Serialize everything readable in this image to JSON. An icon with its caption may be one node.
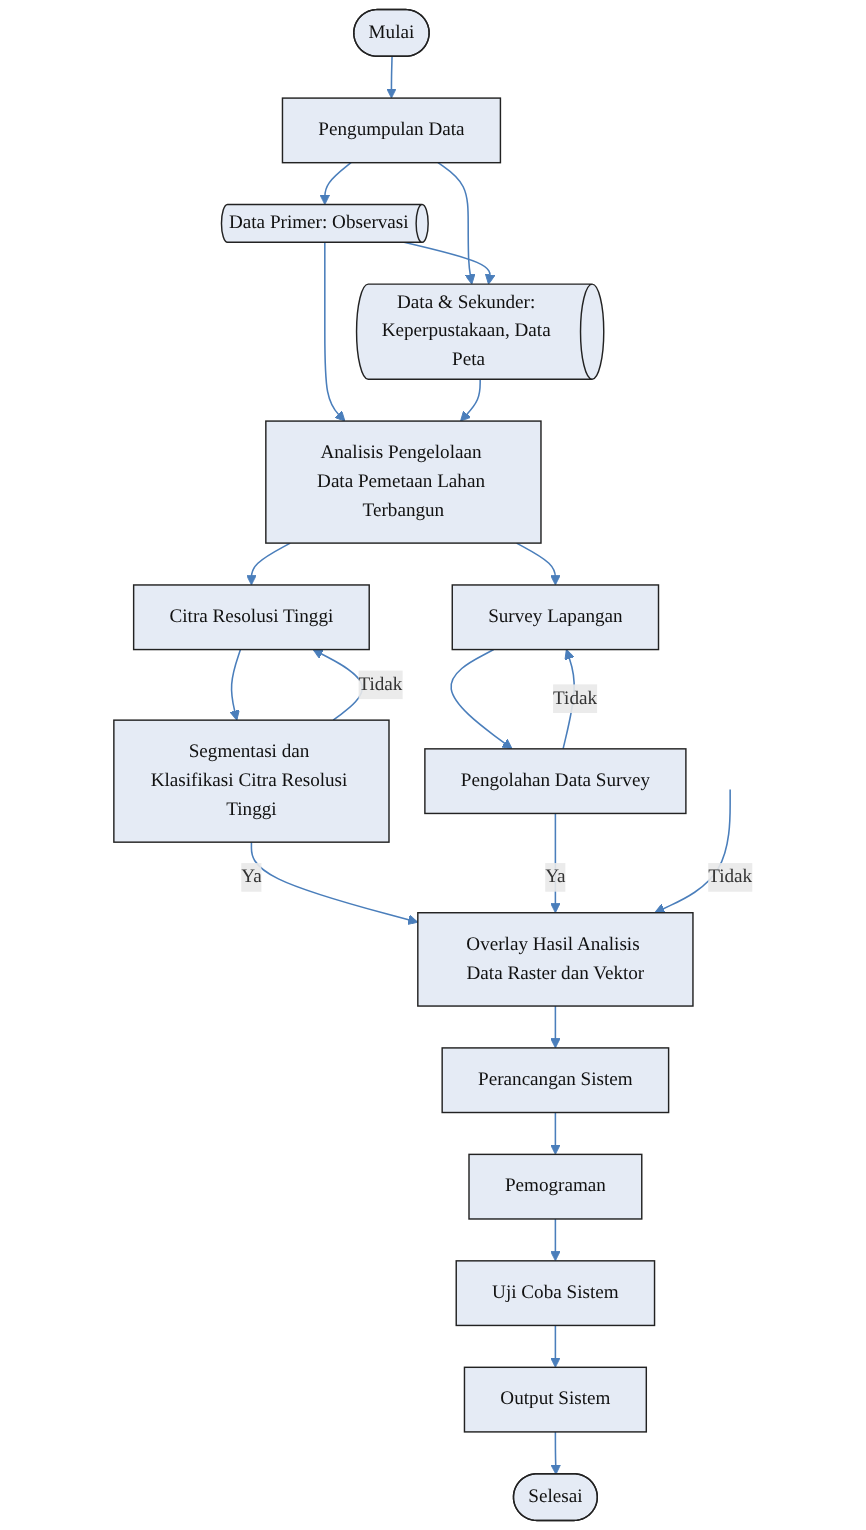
{
  "diagram": {
    "nodes": [
      {
        "text": [
          "Mulai"
        ]
      },
      {
        "text": [
          "Pengumpulan Data"
        ]
      },
      {
        "text": [
          "Data Primer: Observasi"
        ]
      },
      {
        "text": [
          "Data & Sekunder: Keperpustakaan, Data Peta"
        ]
      },
      {
        "text": [
          "Analisis Pengelolaan Data Pemetaan Lahan Terbangun"
        ]
      },
      {
        "text": [
          "Citra Resolusi Tinggi"
        ]
      },
      {
        "text": [
          "Survey Lapangan"
        ]
      },
      {
        "text": [
          "Segmentasi dan Klasifikasi Citra Resolusi Tinggi"
        ]
      },
      {
        "text": [
          "Overlay Hasil Analisis Data Raster dan Vektor"
        ]
      },
      {
        "text": [
          "Pengolahan Data Survey"
        ]
      },
      {
        "text": [
          "Perancangan Sistem"
        ]
      },
      {
        "text": [
          "Pemograman"
        ]
      },
      {
        "text": [
          "Uji Coba Sistem"
        ]
      },
      {
        "text": [
          "Output Sistem"
        ]
      },
      {
        "text": [
          "Selesai"
        ]
      }
    ],
    "edges": [
      {
        "from": 0,
        "to": 1,
        "arrow": "to"
      },
      {
        "from": 1,
        "to": 2,
        "arrow": "to"
      },
      {
        "from": 1,
        "to": 3,
        "arrow": "to"
      },
      {
        "from": 2,
        "to": 3,
        "arrow": "to"
      },
      {
        "from": 2,
        "to": 4,
        "arrow": "to"
      },
      {
        "from": 3,
        "to": 4,
        "arrow": "to"
      },
      {
        "from": 4,
        "to": 5,
        "arrow": "to"
      },
      {
        "from": 4,
        "to": 6,
        "arrow": "to"
      },
      {
        "from": 5,
        "to": 7,
        "arrow": "to"
      },
      {
        "from": 7,
        "to": 5,
        "arrow": "to",
        "label": "Tidak"
      },
      {
        "from": 7,
        "to": 8,
        "arrow": "to",
        "label": "Ya"
      },
      {
        "from": 6,
        "to": 9,
        "arrow": "to"
      },
      {
        "from": 9,
        "to": 6,
        "arrow": "to",
        "label": "Tidak"
      },
      {
        "from": 9,
        "to": 8,
        "arrow": "to",
        "label": "Ya"
      },
      {
        "from": null,
        "to": 8,
        "arrow": "to",
        "label": "Tidak"
      },
      {
        "from": 8,
        "to": 10,
        "arrow": "to"
      },
      {
        "from": 10,
        "to": 11,
        "arrow": "to"
      },
      {
        "from": 11,
        "to": 12,
        "arrow": "to"
      },
      {
        "from": 12,
        "to": 13,
        "arrow": "to"
      },
      {
        "from": 13,
        "to": 14,
        "arrow": "to"
      }
    ]
  }
}
